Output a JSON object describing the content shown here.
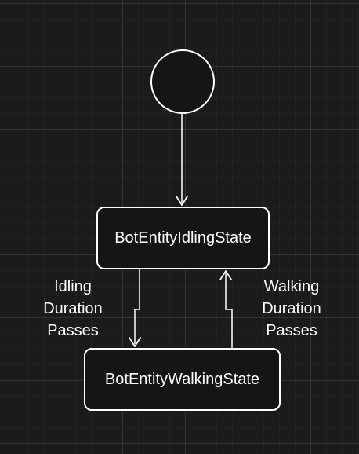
{
  "diagram": {
    "states": {
      "idling": "BotEntityIdlingState",
      "walking": "BotEntityWalkingState"
    },
    "transitions": {
      "idle_to_walk": [
        "Idling",
        "Duration",
        "Passes"
      ],
      "walk_to_idle": [
        "Walking",
        "Duration",
        "Passes"
      ]
    },
    "colors": {
      "background": "#1b1b1b",
      "stroke": "#ffffff",
      "node_fill": "#151515"
    }
  }
}
